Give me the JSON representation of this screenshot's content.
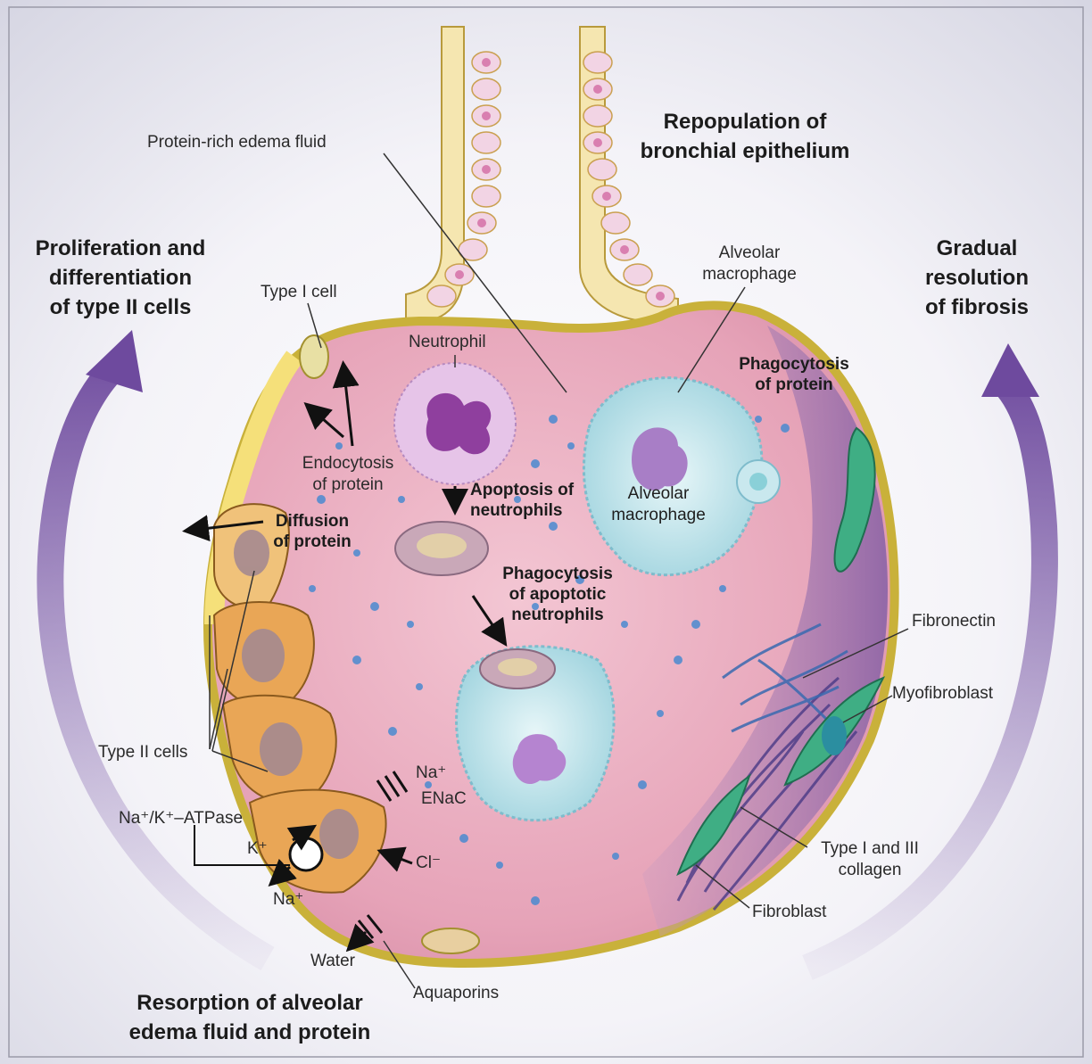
{
  "headings": {
    "proliferation": [
      "Proliferation and",
      "differentiation",
      "of type II cells"
    ],
    "repopulation": [
      "Repopulation of",
      "bronchial epithelium"
    ],
    "resolution": [
      "Gradual",
      "resolution",
      "of fibrosis"
    ],
    "resorption": [
      "Resorption of alveolar",
      "edema fluid and protein"
    ]
  },
  "processes": {
    "phagocytosis_protein": [
      "Phagocytosis",
      "of protein"
    ],
    "apoptosis": [
      "Apoptosis of",
      "neutrophils"
    ],
    "diffusion": [
      "Diffusion",
      "of protein"
    ],
    "phagocytosis_apoptotic": [
      "Phagocytosis",
      "of apoptotic",
      "neutrophils"
    ]
  },
  "labels": {
    "edema_fluid": "Protein-rich edema fluid",
    "type1_cell": "Type I cell",
    "neutrophil": "Neutrophil",
    "alveolar_macrophage_top": [
      "Alveolar",
      "macrophage"
    ],
    "alveolar_macrophage_cell": [
      "Alveolar",
      "macrophage"
    ],
    "endocytosis": [
      "Endocytosis",
      "of protein"
    ],
    "fibronectin": "Fibronectin",
    "myofibroblast": "Myofibroblast",
    "type2_cells": "Type II cells",
    "na_plus": "Na⁺",
    "enac": "ENaC",
    "atpase": "Na⁺/K⁺–ATPase",
    "k_plus": "K⁺",
    "cl_minus": "Cl⁻",
    "na_plus_bottom": "Na⁺",
    "collagen": [
      "Type I and III",
      "collagen"
    ],
    "fibroblast": "Fibroblast",
    "water": "Water",
    "aquaporins": "Aquaporins"
  },
  "colors": {
    "alveolus": "#e7a7bb",
    "epithelium": "#f2d76a",
    "type2_cell": "#e9a656",
    "macrophage": "#b8e2ea",
    "neutrophil_nucleus": "#8f3f9e",
    "fibrosis": "#8a6aa8",
    "myofibroblast": "#3fae84",
    "cycle_arrow": "#7c5aa8"
  }
}
